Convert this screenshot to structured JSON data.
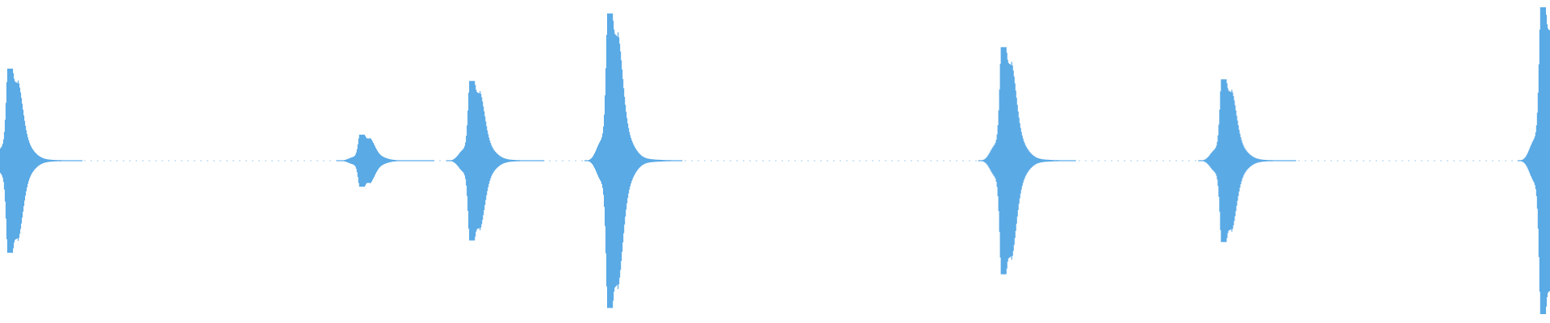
{
  "waveform": {
    "color": "#5aaae6",
    "background": "#ffffff",
    "bursts": [
      {
        "time": 0.006,
        "amplitude": 0.6,
        "pattern": "double"
      },
      {
        "time": 0.233,
        "amplitude": 0.17,
        "pattern": "double"
      },
      {
        "time": 0.304,
        "amplitude": 0.52,
        "pattern": "double"
      },
      {
        "time": 0.393,
        "amplitude": 0.96,
        "pattern": "double"
      },
      {
        "time": 0.647,
        "amplitude": 0.74,
        "pattern": "double"
      },
      {
        "time": 0.789,
        "amplitude": 0.53,
        "pattern": "double"
      },
      {
        "time": 0.995,
        "amplitude": 1.0,
        "pattern": "double"
      }
    ]
  }
}
